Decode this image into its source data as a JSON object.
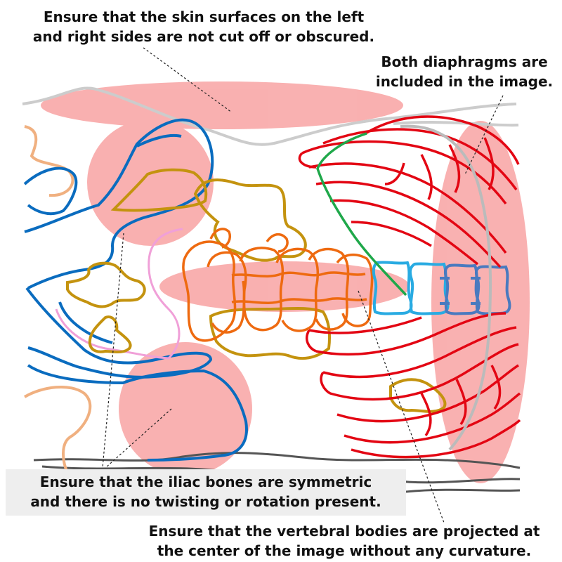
{
  "annotations": {
    "skin_surfaces": {
      "line1": "Ensure that the skin surfaces on the left",
      "line2": "and right sides are not cut off or obscured."
    },
    "diaphragms": {
      "line1": "Both diaphragms are",
      "line2": "included in the image."
    },
    "iliac_bones": {
      "line1": "Ensure that the iliac bones are symmetric",
      "line2": "and there is no twisting or rotation present."
    },
    "vertebral_bodies": {
      "line1": "Ensure that the vertebral bodies are projected at",
      "line2": "the center of the image without any curvature."
    }
  },
  "colors": {
    "highlight": "#f8a3a3",
    "ribs": "#e30613",
    "vertebrae_lumbar": "#ee6a10",
    "sacrum_outline": "#c4930f",
    "vertebrae_thoracic": "#29abe2",
    "vertebrae_thoracic_alt": "#4a7abf",
    "pelvis": "#0a6cbf",
    "femur": "#f0b080",
    "bladder": "#f0a0d8",
    "trachea": "#1fa84a",
    "skin_line": "#bbbbbb",
    "table_line": "#555555",
    "leader_line": "#222222"
  }
}
